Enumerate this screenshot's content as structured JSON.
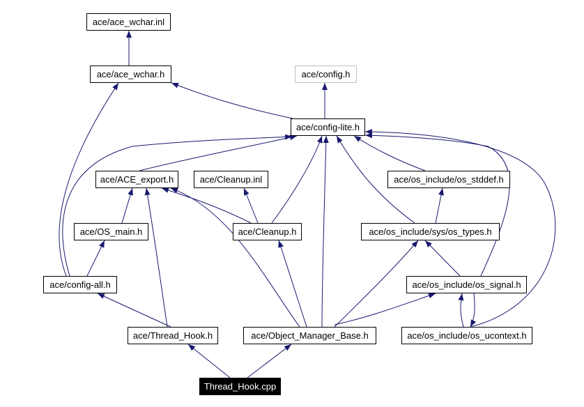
{
  "diagram": {
    "nodes": [
      {
        "id": "wchar_inl",
        "label": "ace/ace_wchar.inl"
      },
      {
        "id": "wchar_h",
        "label": "ace/ace_wchar.h"
      },
      {
        "id": "config_h",
        "label": "ace/config.h",
        "style": "gray"
      },
      {
        "id": "config_lite",
        "label": "ace/config-lite.h"
      },
      {
        "id": "ace_export",
        "label": "ace/ACE_export.h"
      },
      {
        "id": "cleanup_inl",
        "label": "ace/Cleanup.inl"
      },
      {
        "id": "os_stddef",
        "label": "ace/os_include/os_stddef.h"
      },
      {
        "id": "os_main",
        "label": "ace/OS_main.h"
      },
      {
        "id": "cleanup_h",
        "label": "ace/Cleanup.h"
      },
      {
        "id": "os_types",
        "label": "ace/os_include/sys/os_types.h"
      },
      {
        "id": "config_all",
        "label": "ace/config-all.h"
      },
      {
        "id": "os_signal",
        "label": "ace/os_include/os_signal.h"
      },
      {
        "id": "thread_hook_h",
        "label": "ace/Thread_Hook.h"
      },
      {
        "id": "obj_mgr_base",
        "label": "ace/Object_Manager_Base.h"
      },
      {
        "id": "os_ucontext",
        "label": "ace/os_include/os_ucontext.h"
      },
      {
        "id": "thread_hook_cpp",
        "label": "Thread_Hook.cpp",
        "style": "root"
      }
    ],
    "edges": [
      {
        "from": "wchar_h",
        "to": "wchar_inl"
      },
      {
        "from": "config_lite",
        "to": "config_h"
      },
      {
        "from": "config_lite",
        "to": "wchar_h"
      },
      {
        "from": "config_all",
        "to": "wchar_h"
      },
      {
        "from": "config_all",
        "to": "config_lite"
      },
      {
        "from": "ace_export",
        "to": "config_lite"
      },
      {
        "from": "cleanup_h",
        "to": "config_lite"
      },
      {
        "from": "obj_mgr_base",
        "to": "config_lite"
      },
      {
        "from": "os_types",
        "to": "config_lite"
      },
      {
        "from": "os_stddef",
        "to": "config_lite"
      },
      {
        "from": "os_signal",
        "to": "config_lite"
      },
      {
        "from": "os_ucontext",
        "to": "config_lite"
      },
      {
        "from": "os_main",
        "to": "ace_export"
      },
      {
        "from": "thread_hook_h",
        "to": "ace_export"
      },
      {
        "from": "cleanup_h",
        "to": "ace_export"
      },
      {
        "from": "obj_mgr_base",
        "to": "ace_export"
      },
      {
        "from": "cleanup_h",
        "to": "cleanup_inl"
      },
      {
        "from": "os_types",
        "to": "os_stddef"
      },
      {
        "from": "config_all",
        "to": "os_main"
      },
      {
        "from": "obj_mgr_base",
        "to": "cleanup_h"
      },
      {
        "from": "os_signal",
        "to": "os_types"
      },
      {
        "from": "obj_mgr_base",
        "to": "os_types"
      },
      {
        "from": "thread_hook_h",
        "to": "config_all"
      },
      {
        "from": "obj_mgr_base",
        "to": "os_signal"
      },
      {
        "from": "os_ucontext",
        "to": "os_signal"
      },
      {
        "from": "os_signal",
        "to": "os_ucontext"
      },
      {
        "from": "thread_hook_cpp",
        "to": "thread_hook_h"
      },
      {
        "from": "thread_hook_cpp",
        "to": "obj_mgr_base"
      }
    ]
  }
}
